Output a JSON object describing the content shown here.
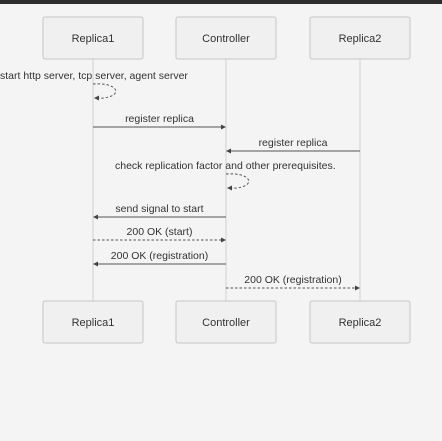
{
  "actors": [
    {
      "id": "replica1",
      "label": "Replica1"
    },
    {
      "id": "controller",
      "label": "Controller"
    },
    {
      "id": "replica2",
      "label": "Replica2"
    }
  ],
  "messages": [
    {
      "from": "replica1",
      "to": "replica1",
      "label": "start http server, tcp server, agent server",
      "style": "dashed"
    },
    {
      "from": "replica1",
      "to": "controller",
      "label": "register replica",
      "style": "solid"
    },
    {
      "from": "replica2",
      "to": "controller",
      "label": "register replica",
      "style": "solid"
    },
    {
      "from": "controller",
      "to": "controller",
      "label": "check replication factor and other prerequisites.",
      "style": "dashed"
    },
    {
      "from": "controller",
      "to": "replica1",
      "label": "send signal to start",
      "style": "solid"
    },
    {
      "from": "replica1",
      "to": "controller",
      "label": "200 OK (start)",
      "style": "dashed"
    },
    {
      "from": "controller",
      "to": "replica1",
      "label": "200 OK (registration)",
      "style": "solid"
    },
    {
      "from": "controller",
      "to": "replica2",
      "label": "200 OK (registration)",
      "style": "dashed"
    }
  ]
}
